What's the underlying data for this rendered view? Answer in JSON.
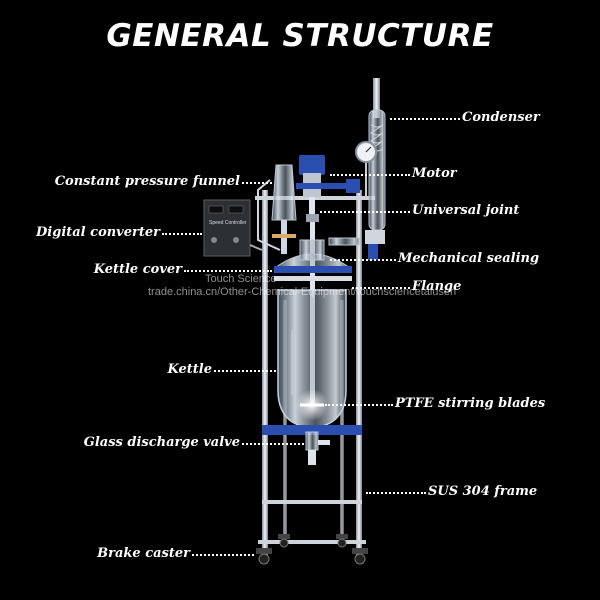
{
  "title": "GENERAL STRUCTURE",
  "labels": {
    "condenser": "Condenser",
    "motor": "Motor",
    "universal_joint": "Universal joint",
    "mechanical_sealing": "Mechanical sealing",
    "flange": "Flange",
    "ptfe_blades": "PTFE stirring blades",
    "sus_frame": "SUS 304 frame",
    "constant_funnel": "Constant pressure funnel",
    "digital_converter": "Digital converter",
    "kettle_cover": "Kettle cover",
    "kettle": "Kettle",
    "discharge_valve": "Glass discharge valve",
    "brake_caster": "Brake caster"
  },
  "controller_label": "Speed Controller",
  "watermark": {
    "line1": "Touch Science",
    "line2": "trade.china.cn/Other-Chemical-Equipment/touchsciencetaiusen"
  },
  "colors": {
    "background": "#000000",
    "text": "#ffffff",
    "frame": "#d8dde6",
    "clamp": "#2b4fb0",
    "glass": "#c9d9ea"
  }
}
